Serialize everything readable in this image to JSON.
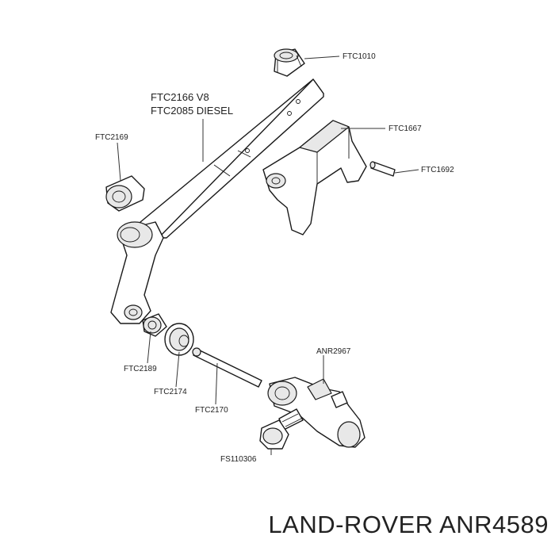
{
  "labels": {
    "ftc1010": "FTC1010",
    "v8": "FTC2166 V8",
    "diesel": "FTC2085 DIESEL",
    "ftc1667": "FTC1667",
    "ftc2169": "FTC2169",
    "ftc1692": "FTC1692",
    "anr2967": "ANR2967",
    "ftc2189": "FTC2189",
    "ftc2174": "FTC2174",
    "ftc2170": "FTC2170",
    "fs110306": "FS110306"
  },
  "caption": "LAND-ROVER ANR4589"
}
